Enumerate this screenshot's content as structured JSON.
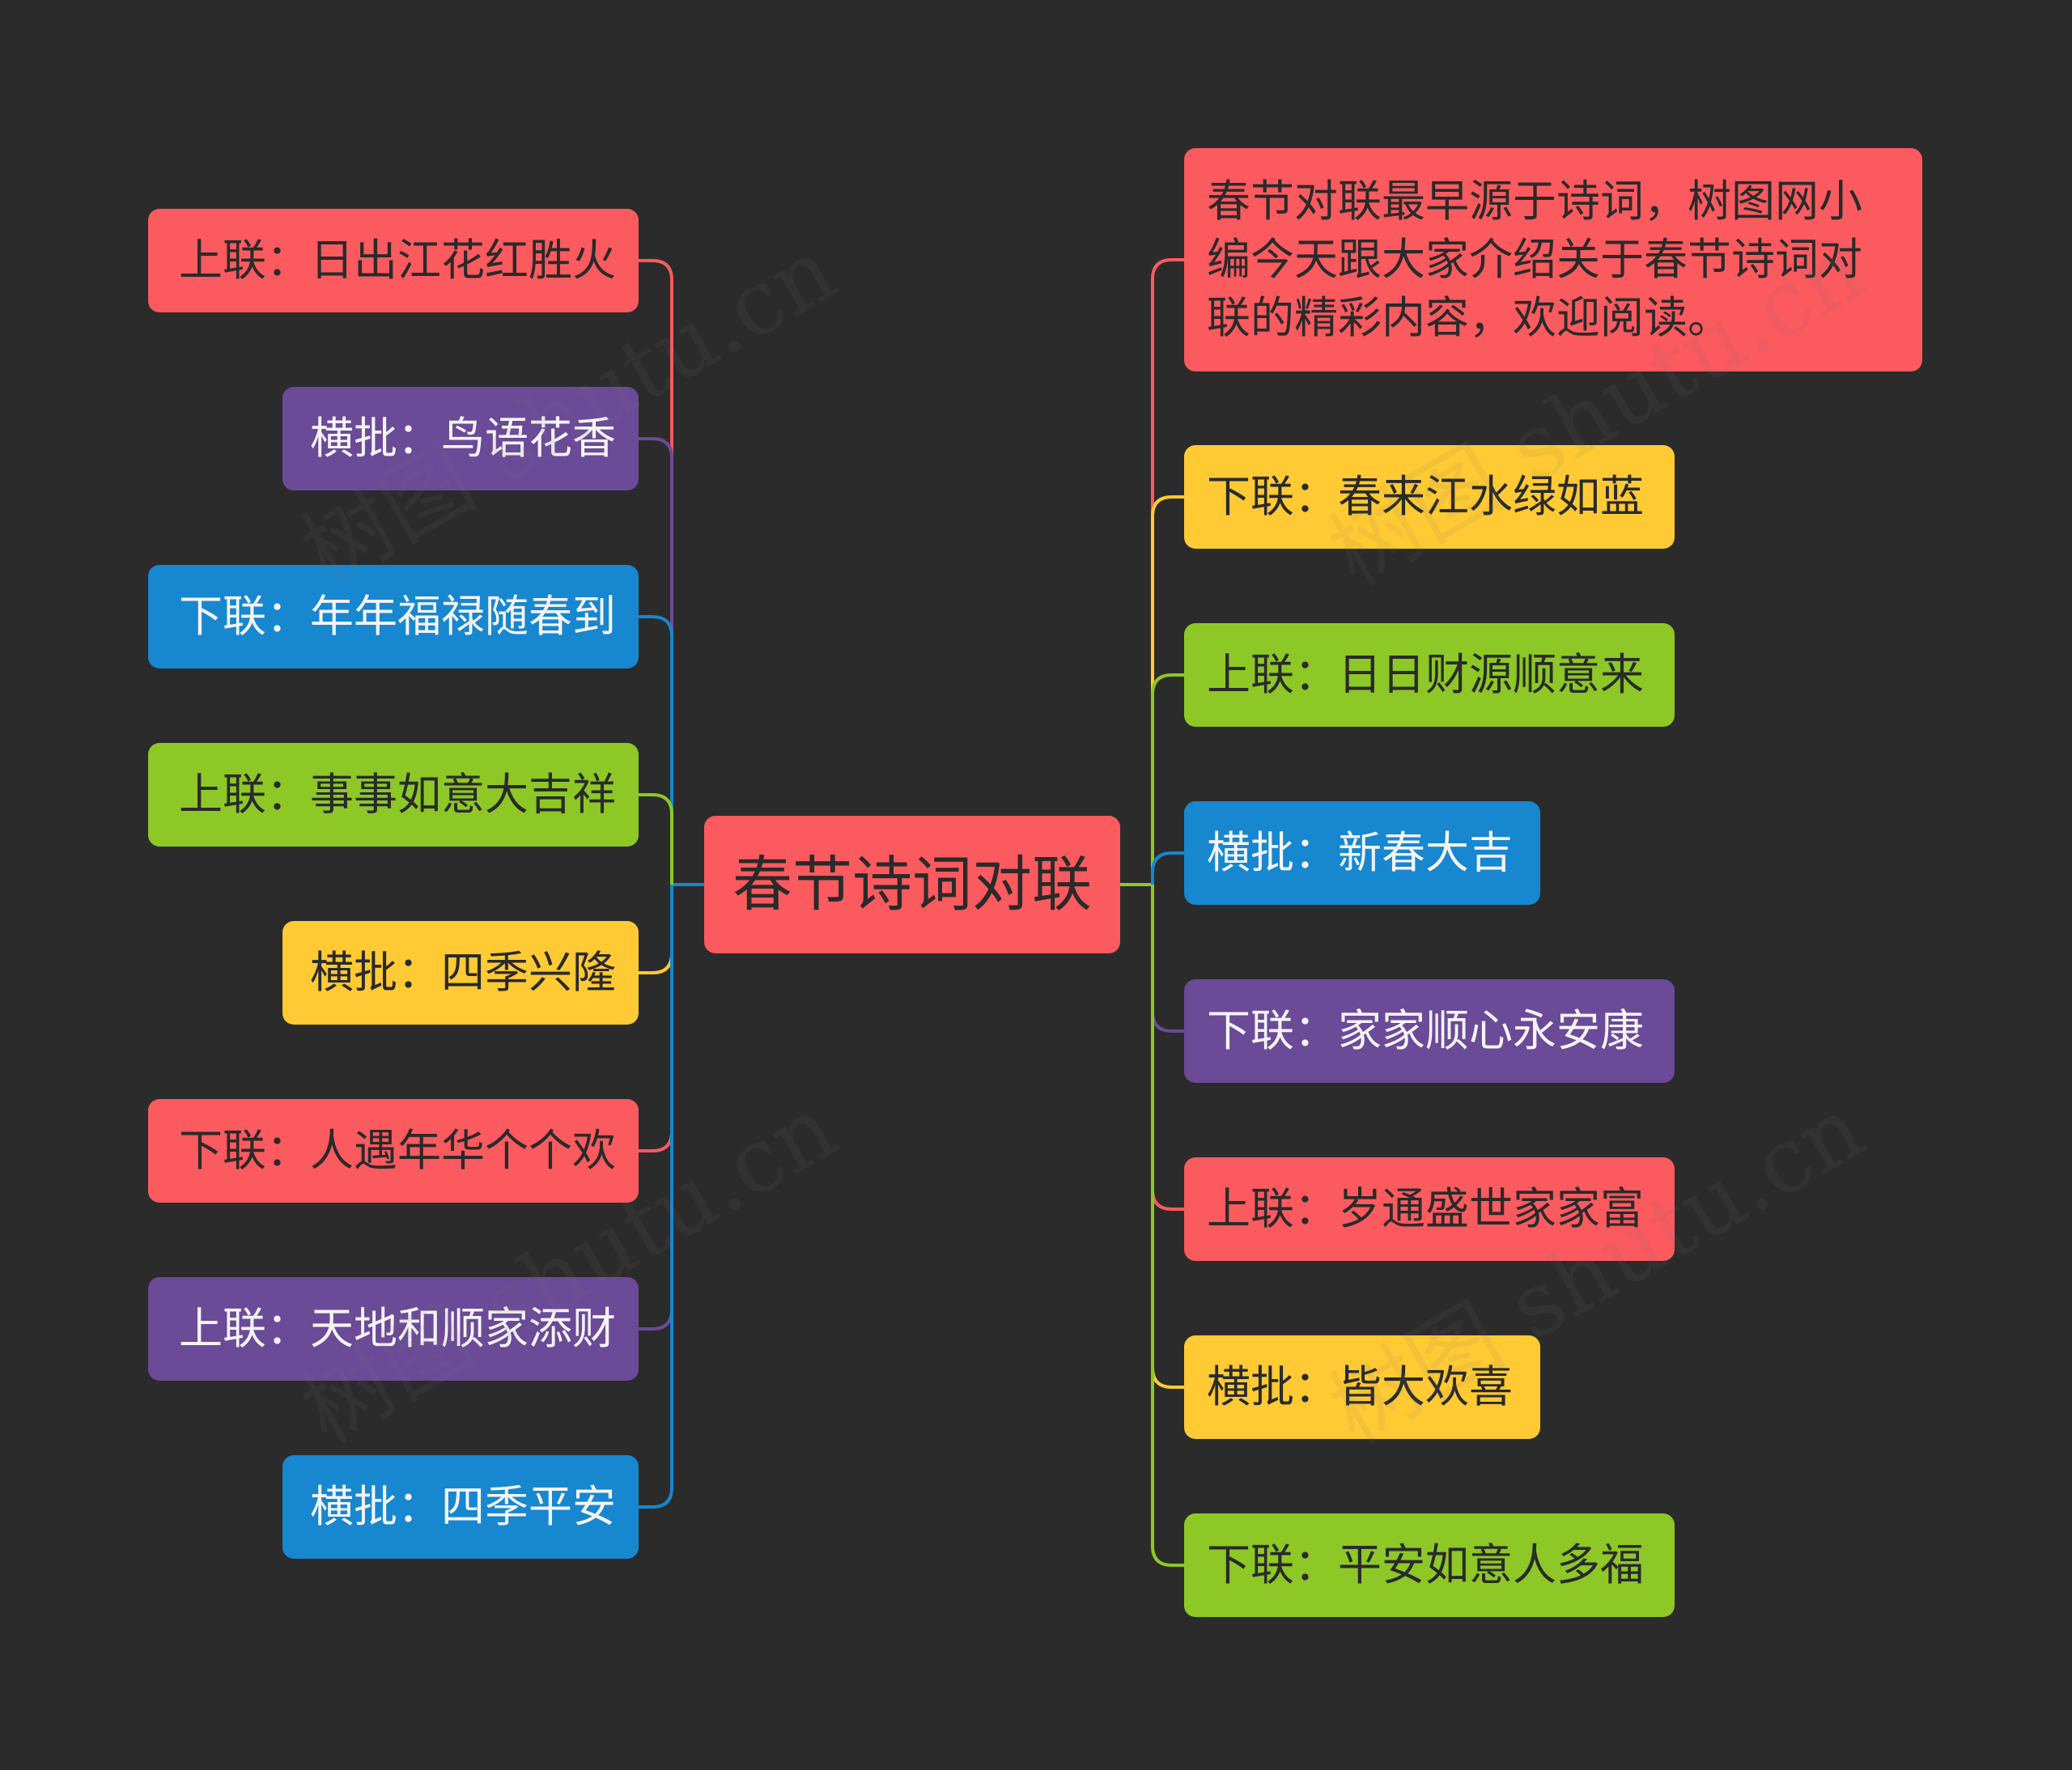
{
  "root": {
    "label": "春节诗词对联"
  },
  "left": [
    {
      "label": "上联：日出江花红胜火",
      "color": "#fb5a5f"
    },
    {
      "label": "横批：鸟语花香",
      "color": "#6b4a98"
    },
    {
      "label": "下联：年年福禄随春到",
      "color": "#1787cf"
    },
    {
      "label": "上联：事事如意大吉祥",
      "color": "#8dc826"
    },
    {
      "label": "横批：四季兴隆",
      "color": "#ffca33"
    },
    {
      "label": "下联：人遇年华个个欢",
      "color": "#fb5a5f"
    },
    {
      "label": "上联：天地和顺家添财",
      "color": "#6b4a98"
    },
    {
      "label": "横批：四季平安",
      "color": "#1787cf"
    }
  ],
  "right": [
    {
      "label": "春节对联最早源于诗词，树图网小编今天跟大家介绍关于春节诗词对联的精彩内容，欢迎阅读。",
      "color": "#fb5a5f"
    },
    {
      "label": "下联：春来江水绿如蓝",
      "color": "#ffca33"
    },
    {
      "label": "上联：日日财源顺意来",
      "color": "#8dc826"
    },
    {
      "label": "横批：新春大吉",
      "color": "#1787cf"
    },
    {
      "label": "下联：家家顺心永安康",
      "color": "#6b4a98"
    },
    {
      "label": "上联：岁通盛世家家富",
      "color": "#fb5a5f"
    },
    {
      "label": "横批：皆大欢喜",
      "color": "#ffca33"
    },
    {
      "label": "下联：平安如意人多福",
      "color": "#8dc826"
    }
  ],
  "colors": {
    "background": "#2b2b2b",
    "red": "#fb5a5f",
    "purple": "#6b4a98",
    "blue": "#1787cf",
    "green": "#8dc826",
    "yellow": "#ffca33"
  },
  "watermark": "树图 shutu.cn"
}
